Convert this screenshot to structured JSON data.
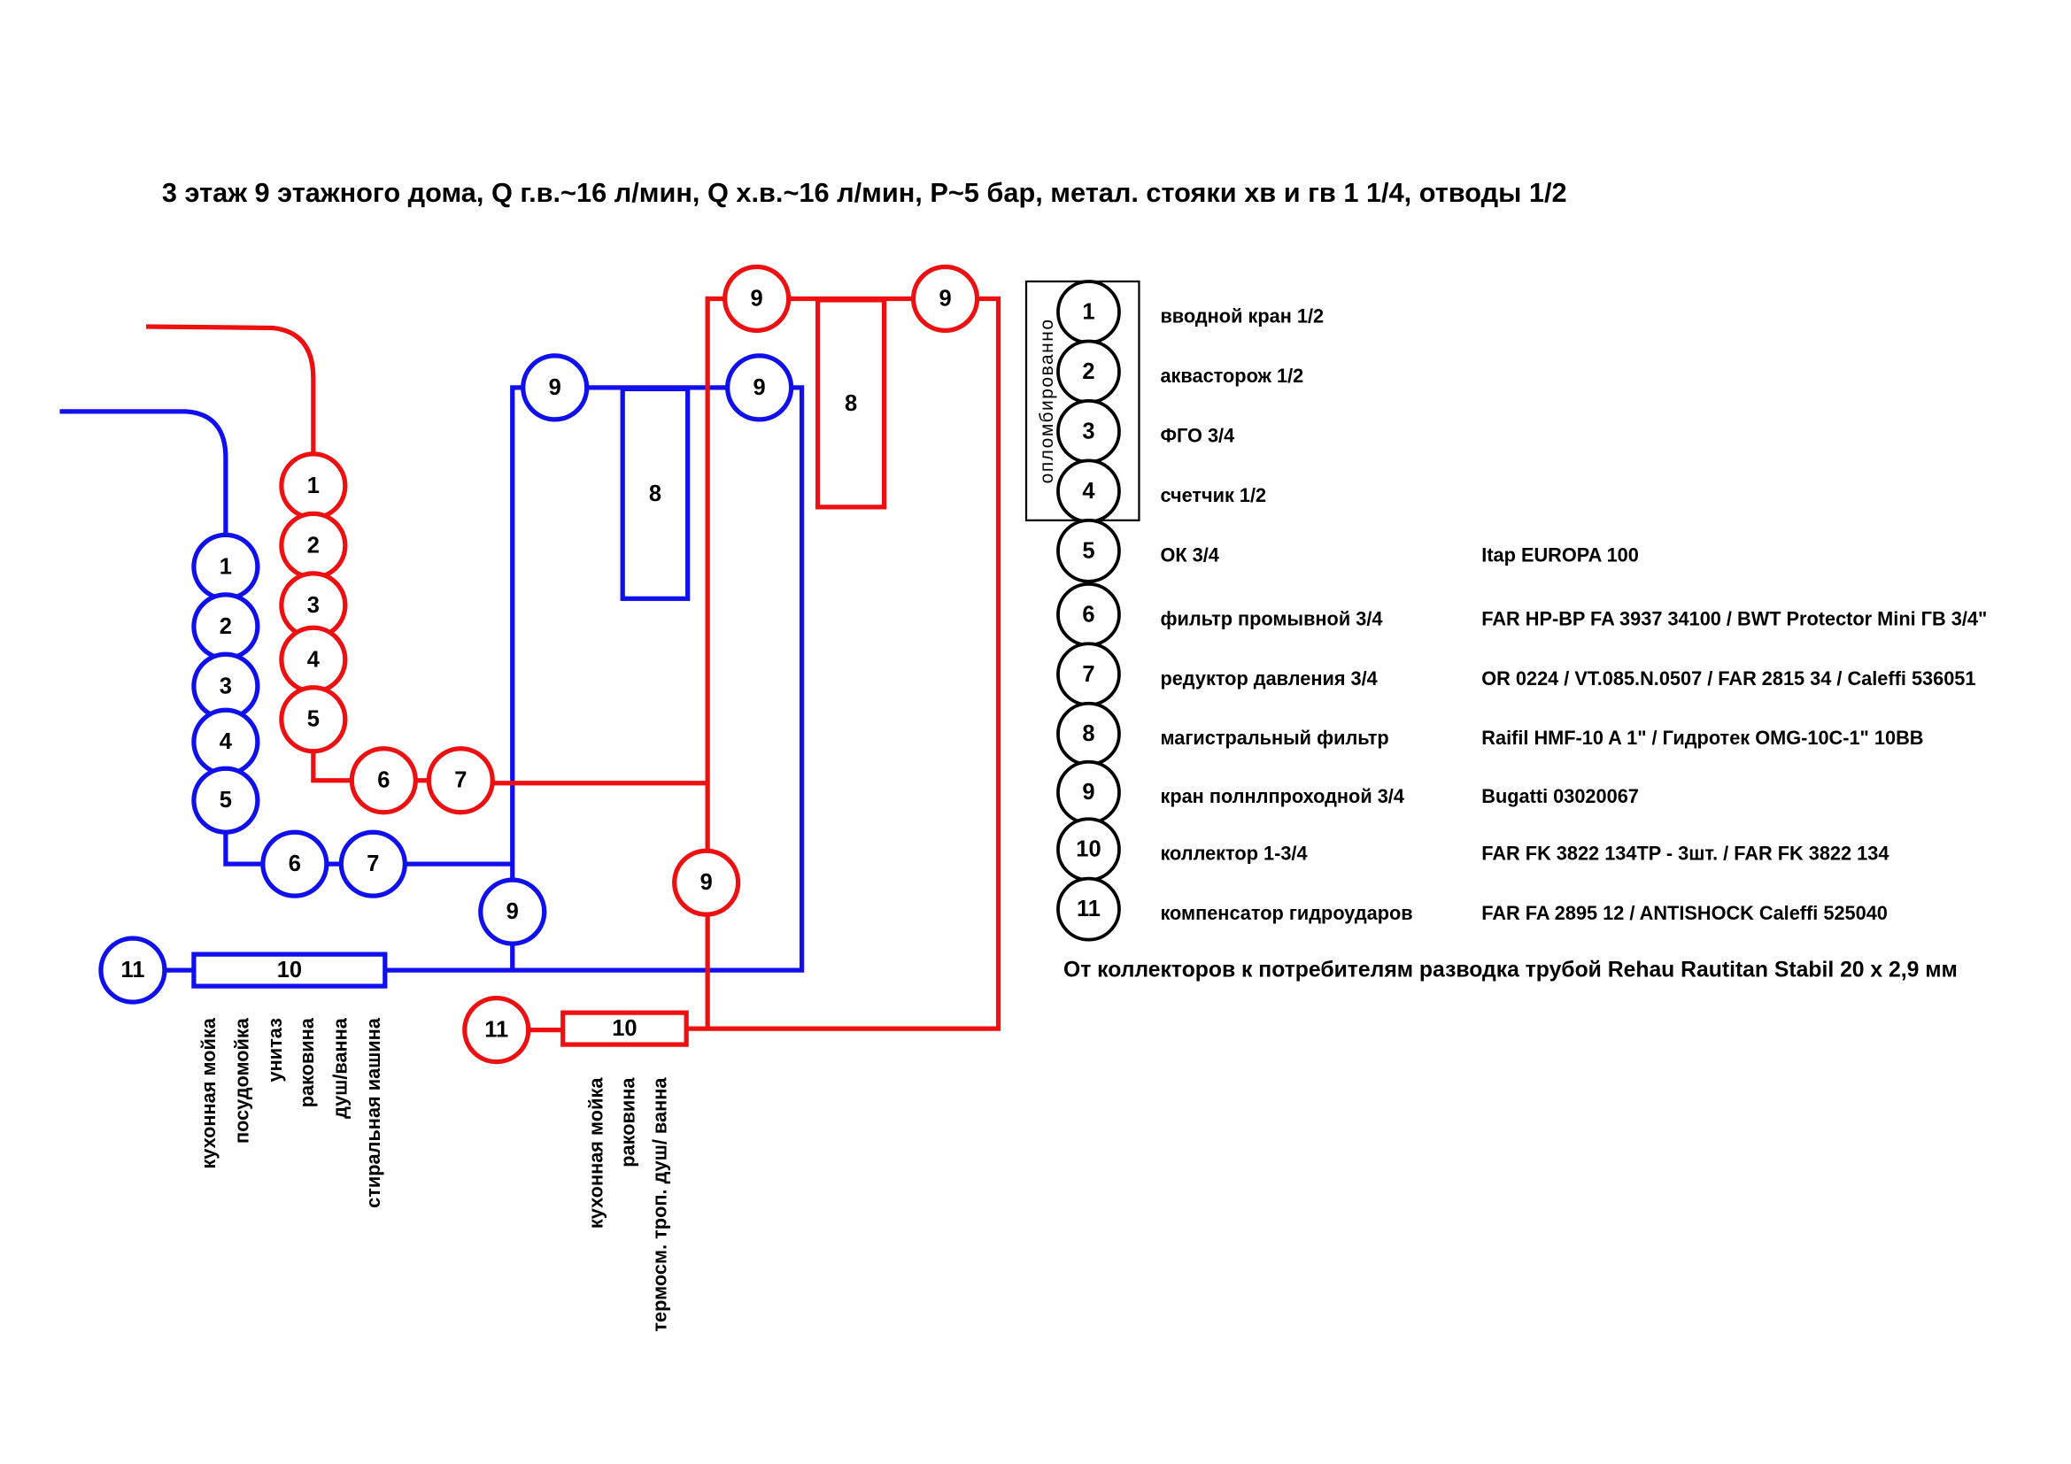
{
  "title": "3 этаж 9 этажного дома, Q г.в.~16 л/мин, Q х.в.~16 л/мин, P~5 бар, метал. стояки хв и гв 1 1/4, отводы 1/2",
  "colors": {
    "cold": "#1010ee",
    "hot": "#ee1010",
    "legend": "#000000"
  },
  "sealed_label": "опломбированно",
  "legend": [
    {
      "num": "1",
      "name": "вводной кран 1/2",
      "model": ""
    },
    {
      "num": "2",
      "name": "аквасторож 1/2",
      "model": ""
    },
    {
      "num": "3",
      "name": "ФГО 3/4",
      "model": ""
    },
    {
      "num": "4",
      "name": "счетчик 1/2",
      "model": ""
    },
    {
      "num": "5",
      "name": "ОК 3/4",
      "model": "Itap EUROPA 100"
    },
    {
      "num": "6",
      "name": "фильтр промывной 3/4",
      "model": "FAR HP-BP FA 3937 34100 / BWT Protector Mini ГВ 3/4\""
    },
    {
      "num": "7",
      "name": "редуктор давления 3/4",
      "model": "OR 0224 / VT.085.N.0507 / FAR 2815 34 / Caleffi 536051"
    },
    {
      "num": "8",
      "name": "магистральный фильтр",
      "model": "Raifil HMF-10 A 1\" / Гидротек OMG-10C-1\" 10BB"
    },
    {
      "num": "9",
      "name": "кран полнлпроходной 3/4",
      "model": "Bugatti 03020067"
    },
    {
      "num": "10",
      "name": "коллектор 1-3/4",
      "model": "FAR FK 3822 134TP - 3шт. / FAR FK 3822 134"
    },
    {
      "num": "11",
      "name": "компенсатор гидроударов",
      "model": "FAR FA 2895 12 / ANTISHOCK Caleffi 525040"
    }
  ],
  "footer": "От коллекторов к потребителям разводка трубой Rehau Rautitan Stabil 20 х 2,9 мм",
  "cold_consumers": [
    "кухонная мойка",
    "посудомойка",
    "унитаз",
    "раковина",
    "душ/ванна",
    "стиральная иашина"
  ],
  "hot_consumers": [
    "кухонная мойка",
    "раковина",
    "термосм. троп. душ/ ванна"
  ],
  "nodes": {
    "n1": "1",
    "n2": "2",
    "n3": "3",
    "n4": "4",
    "n5": "5",
    "n6": "6",
    "n7": "7",
    "n8": "8",
    "n9": "9",
    "n10": "10",
    "n11": "11"
  }
}
